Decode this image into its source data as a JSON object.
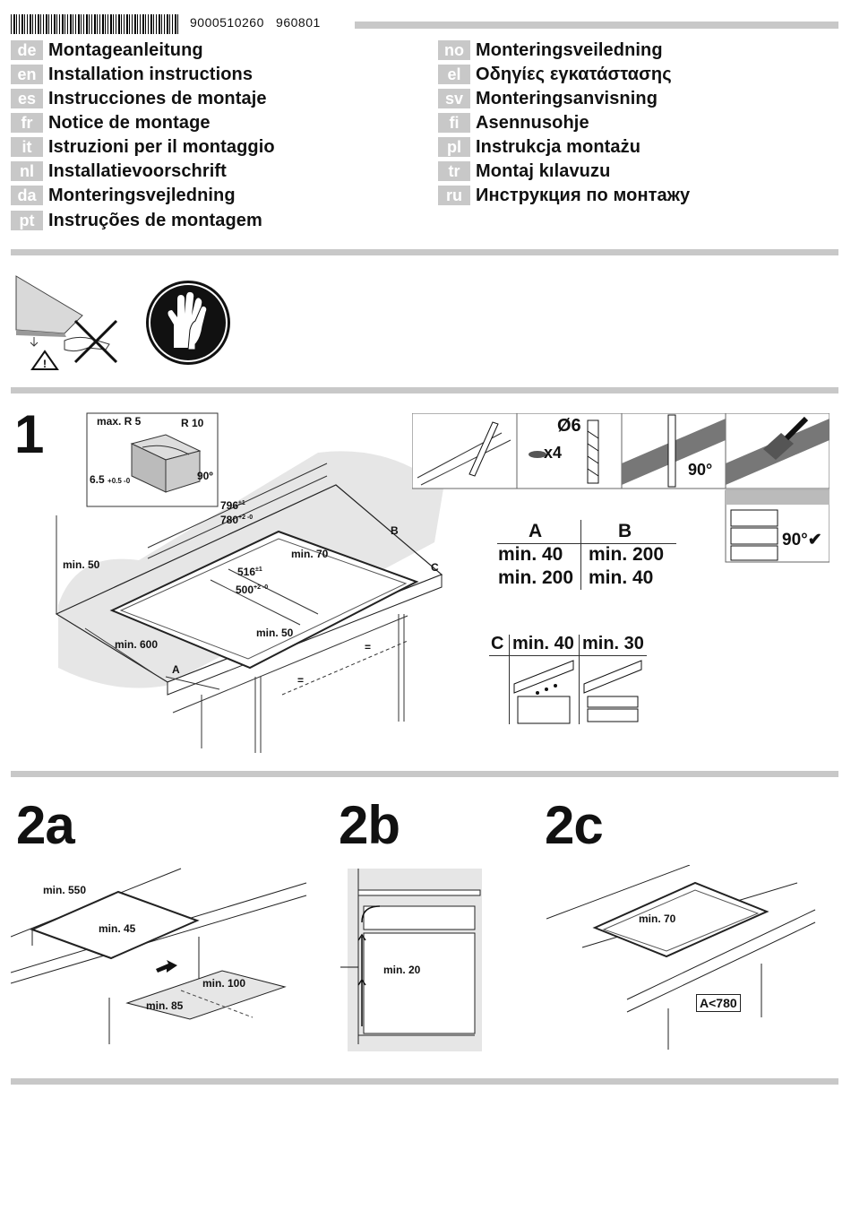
{
  "header": {
    "doc_number": "9000510260",
    "date_code": "960801"
  },
  "languages_left": [
    {
      "code": "de",
      "title": "Montageanleitung"
    },
    {
      "code": "en",
      "title": "Installation instructions"
    },
    {
      "code": "es",
      "title": "Instrucciones de montaje"
    },
    {
      "code": "fr",
      "title": "Notice de montage"
    },
    {
      "code": "it",
      "title": "Istruzioni per il montaggio"
    },
    {
      "code": "nl",
      "title": "Installatievoorschrift"
    },
    {
      "code": "da",
      "title": "Monteringsvejledning"
    },
    {
      "code": "pt",
      "title": "Instruções de montagem"
    }
  ],
  "languages_right": [
    {
      "code": "no",
      "title": "Monteringsveiledning"
    },
    {
      "code": "el",
      "title": "Οδηγίες εγκατάστασης"
    },
    {
      "code": "sv",
      "title": "Monteringsanvisning"
    },
    {
      "code": "fi",
      "title": "Asennusohje"
    },
    {
      "code": "pl",
      "title": "Instrukcja montażu"
    },
    {
      "code": "tr",
      "title": "Montaj kılavuzu"
    },
    {
      "code": "ru",
      "title": "Инструкция по монтажу"
    }
  ],
  "section1": {
    "number": "1",
    "detail": {
      "max_r": "max. R 5",
      "r": "R 10",
      "thick": "6.5",
      "thick_tol": "+0.5 -0",
      "angle": "90º"
    },
    "dims": {
      "w1": "796",
      "w1_tol": "±1",
      "w2": "780",
      "w2_tol": "+2 -0",
      "d1": "516",
      "d1_tol": "±1",
      "d2": "500",
      "d2_tol": "+2 -0",
      "min50_left": "min. 50",
      "min70": "min. 70",
      "min50_front": "min. 50",
      "min600": "min. 600",
      "a": "A",
      "b": "B",
      "c": "C",
      "eq": "="
    },
    "tools": {
      "drill": "Ø6",
      "count": "x4",
      "angle": "90°",
      "angle2": "90°"
    },
    "ab_table": {
      "headers": [
        "A",
        "B"
      ],
      "rows": [
        [
          "min. 40",
          "min. 200"
        ],
        [
          "min. 200",
          "min. 40"
        ]
      ]
    },
    "c_table": {
      "label": "C",
      "values": [
        "min. 40",
        "min. 30"
      ]
    }
  },
  "section2a": {
    "number": "2a",
    "min550": "min. 550",
    "min45": "min. 45",
    "min100": "min. 100",
    "min85": "min. 85"
  },
  "section2b": {
    "number": "2b",
    "min20": "min. 20"
  },
  "section2c": {
    "number": "2c",
    "min70": "min. 70",
    "a780": "A<780"
  }
}
